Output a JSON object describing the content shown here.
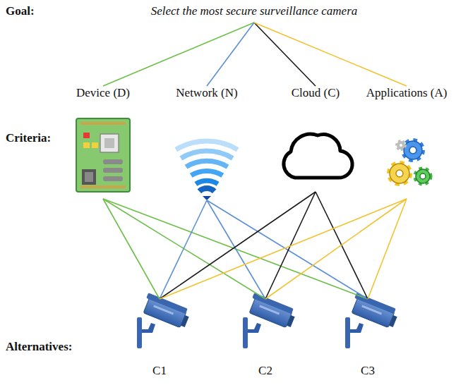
{
  "diagram": {
    "nodes": [
      {
        "text": [
          "Select the most secure surveillance camera"
        ]
      },
      {
        "text": [
          "Device (D)"
        ]
      },
      {
        "text": [
          "Network (N)"
        ]
      },
      {
        "text": [
          "Cloud (C)"
        ]
      },
      {
        "text": [
          "Applications (A)"
        ]
      },
      {
        "text": [
          "C1"
        ]
      },
      {
        "text": [
          "C2"
        ]
      },
      {
        "text": [
          "C3"
        ]
      }
    ],
    "edges": [
      {
        "from": 0,
        "to": 1,
        "arrow": "none"
      },
      {
        "from": 0,
        "to": 2,
        "arrow": "none"
      },
      {
        "from": 0,
        "to": 3,
        "arrow": "none"
      },
      {
        "from": 0,
        "to": 4,
        "arrow": "none"
      },
      {
        "from": 1,
        "to": 5,
        "arrow": "none"
      },
      {
        "from": 1,
        "to": 6,
        "arrow": "none"
      },
      {
        "from": 1,
        "to": 7,
        "arrow": "none"
      },
      {
        "from": 2,
        "to": 5,
        "arrow": "none"
      },
      {
        "from": 2,
        "to": 6,
        "arrow": "none"
      },
      {
        "from": 2,
        "to": 7,
        "arrow": "none"
      },
      {
        "from": 3,
        "to": 5,
        "arrow": "none"
      },
      {
        "from": 3,
        "to": 6,
        "arrow": "none"
      },
      {
        "from": 3,
        "to": 7,
        "arrow": "none"
      },
      {
        "from": 4,
        "to": 5,
        "arrow": "none"
      },
      {
        "from": 4,
        "to": 6,
        "arrow": "none"
      },
      {
        "from": 4,
        "to": 7,
        "arrow": "none"
      }
    ],
    "labels": [
      "Goal:",
      "Criteria:",
      "Alternatives:"
    ]
  }
}
